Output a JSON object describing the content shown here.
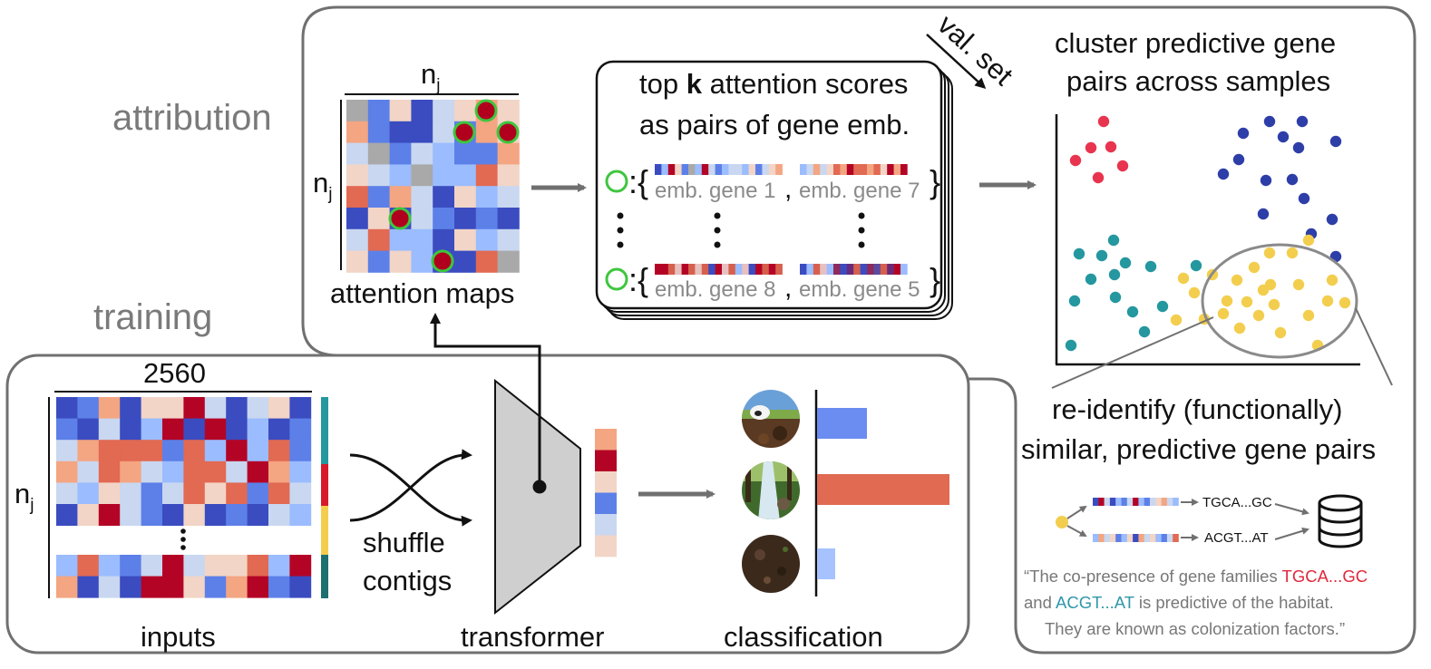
{
  "colors": {
    "panel_border": "#707070",
    "arrow": "#707070",
    "red_cluster": "#e8344e",
    "blue_cluster": "#2e3ea8",
    "teal_cluster": "#24979f",
    "yellow_cluster": "#f3ce4e",
    "circle_outline": "#3ec63e",
    "attention_dot": "#b0001e",
    "quote_red": "#e0283c",
    "quote_teal": "#2f97a8"
  },
  "sections": {
    "attribution_label": "attribution",
    "training_label": "training"
  },
  "attribution": {
    "n_label_top": "n",
    "n_label_side": "n",
    "subscript": "j",
    "attention_maps_label": "attention maps",
    "scores_title_1_pre": "top ",
    "scores_title_1_bold": "k",
    "scores_title_1_post": " attention scores",
    "scores_title_2": "as pairs of gene emb.",
    "val_set": "val. set",
    "pair_rows": [
      {
        "left": "emb. gene 1",
        "right": "emb. gene 7"
      },
      {
        "left": "emb. gene 8",
        "right": "emb. gene 5"
      }
    ],
    "brace_open": ":{",
    "brace_close": "}",
    "comma": ",",
    "cluster_title_1": "cluster predictive gene",
    "cluster_title_2": "pairs across samples"
  },
  "reidentify": {
    "title_1": "re-identify (functionally)",
    "title_2": "similar, predictive gene pairs",
    "seq_1": "TGCA...GC",
    "seq_2": "ACGT...AT",
    "database_icon": "database-icon",
    "quote_line1_pre": "“The co-presence of gene families ",
    "quote_line1_red": "TGCA...GC",
    "quote_line2_teal": "ACGT...AT",
    "quote_line2_pre": "and ",
    "quote_line2_post": " is predictive of the habitat.",
    "quote_line3": "They are known as colonization factors.”"
  },
  "training": {
    "width_label": "2560",
    "n_label": "n",
    "subscript": "j",
    "inputs_label": "inputs",
    "shuffle_label_1": "shuffle",
    "shuffle_label_2": "contigs",
    "transformer_label": "transformer",
    "classification_label": "classification",
    "classification_bars": [
      {
        "habitat_icon": "cow-field-icon",
        "value": 0.38
      },
      {
        "habitat_icon": "forest-stream-icon",
        "value": 1.0
      },
      {
        "habitat_icon": "soil-icon",
        "value": 0.14
      }
    ]
  }
}
